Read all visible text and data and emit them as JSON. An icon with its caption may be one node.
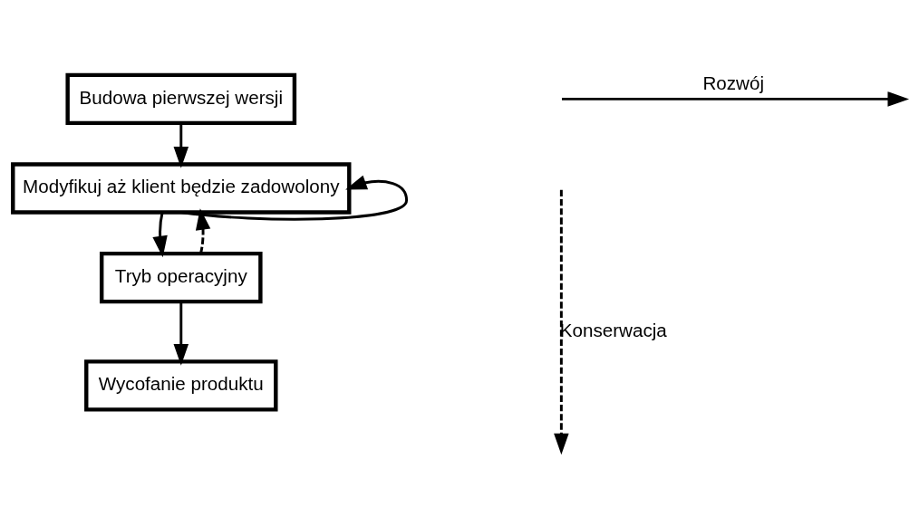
{
  "diagram": {
    "nodes": [
      {
        "text": [
          "Budowa pierwszej wersji"
        ]
      },
      {
        "text": [
          "Modyfikuj aż klient będzie zadowolony"
        ]
      },
      {
        "text": [
          "Tryb operacyjny"
        ]
      },
      {
        "text": [
          "Wycofanie produktu"
        ]
      }
    ],
    "edges": [
      {
        "from": 0,
        "to": 1,
        "arrow": "to"
      },
      {
        "from": 1,
        "to": 1,
        "arrow": "to"
      },
      {
        "from": 1,
        "to": 2,
        "arrow": "to"
      },
      {
        "from": 2,
        "to": 1,
        "arrow": "to",
        "style": "dashed"
      },
      {
        "from": 2,
        "to": 3,
        "arrow": "to"
      }
    ],
    "legend": [
      {
        "text": "Rozwój"
      },
      {
        "text": "Konserwacja"
      }
    ]
  }
}
